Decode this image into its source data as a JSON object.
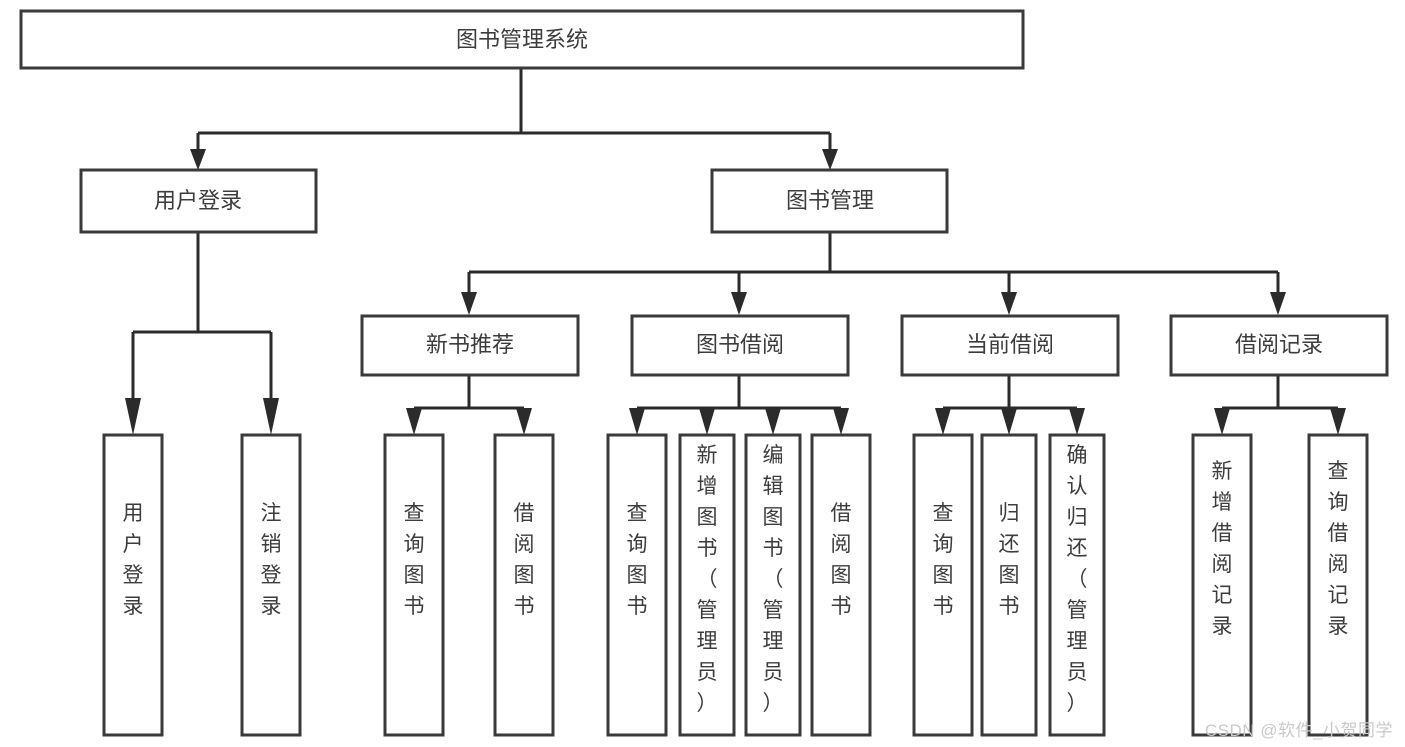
{
  "diagram": {
    "type": "tree",
    "title": "图书管理系统",
    "root": {
      "label": "图书管理系统"
    },
    "level2": [
      {
        "label": "用户登录"
      },
      {
        "label": "图书管理"
      }
    ],
    "level3": [
      {
        "label": "新书推荐"
      },
      {
        "label": "图书借阅"
      },
      {
        "label": "当前借阅"
      },
      {
        "label": "借阅记录"
      }
    ],
    "leaves": {
      "user_login": [
        {
          "label": "用户登录"
        },
        {
          "label": "注销登录"
        }
      ],
      "new_book_recommend": [
        {
          "label": "查询图书"
        },
        {
          "label": "借阅图书"
        }
      ],
      "book_borrow": [
        {
          "label": "查询图书"
        },
        {
          "label": "新增图书（管理员）"
        },
        {
          "label": "编辑图书（管理员）"
        },
        {
          "label": "借阅图书"
        }
      ],
      "current_borrow": [
        {
          "label": "查询图书"
        },
        {
          "label": "归还图书"
        },
        {
          "label": "确认归还（管理员）"
        }
      ],
      "borrow_record": [
        {
          "label": "新增借阅记录"
        },
        {
          "label": "查询借阅记录"
        }
      ]
    }
  },
  "watermark": {
    "text": "CSDN @软件_小贺同学"
  },
  "colors": {
    "box_stroke": "#3a3a3a",
    "connector": "#2b2b2b",
    "text": "#3c3c3c",
    "background": "#ffffff",
    "watermark": "#c9c9c9"
  }
}
